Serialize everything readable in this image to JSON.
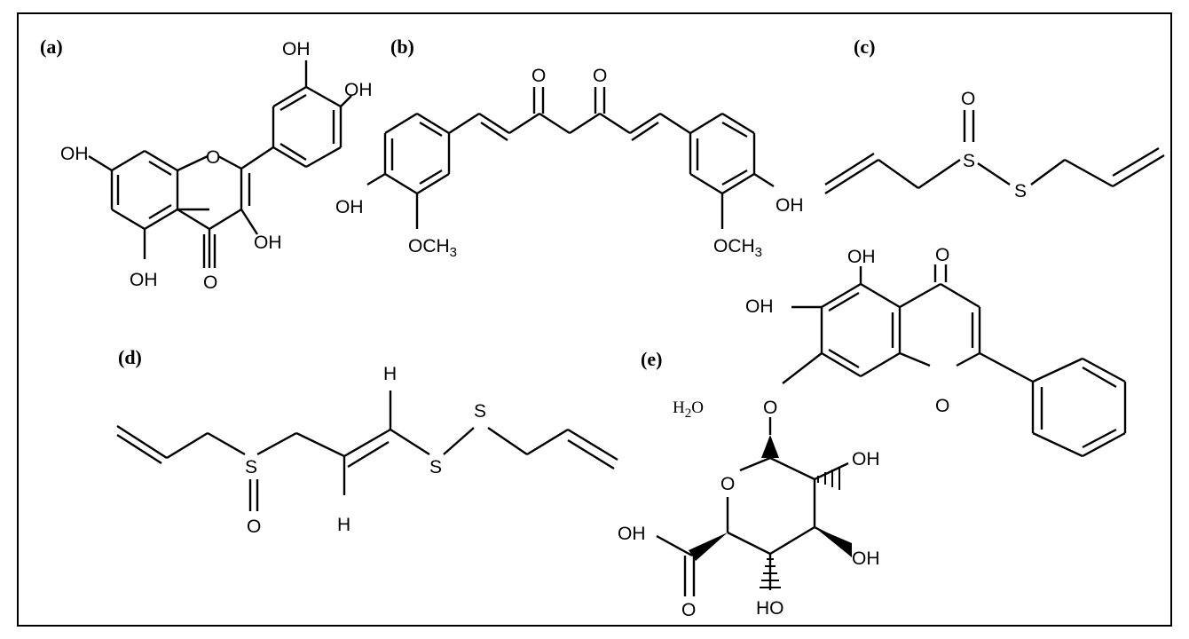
{
  "panels": {
    "a": {
      "label": "(a)",
      "atoms": {
        "oh_3p": "OH",
        "oh_4p": "OH",
        "ring_o": "O",
        "oh_7": "OH",
        "oh_3": "OH",
        "oh_5": "OH",
        "carbonyl_o": "O"
      }
    },
    "b": {
      "label": "(b)",
      "atoms": {
        "carbonyl_o1": "O",
        "carbonyl_o2": "O",
        "oh_left": "OH",
        "oh_right": "OH",
        "ome_left": "OCH3",
        "ome_right": "OCH3"
      }
    },
    "c": {
      "label": "(c)",
      "atoms": {
        "sulfoxide_o": "O",
        "s1": "S",
        "s2": "S"
      }
    },
    "d": {
      "label": "(d)",
      "atoms": {
        "h_top": "H",
        "h_bottom": "H",
        "s_oxide": "S",
        "oxide_o": "O",
        "s1": "S",
        "s2": "S"
      }
    },
    "e": {
      "label": "(e)",
      "water": "H2O",
      "atoms": {
        "oh_5": "OH",
        "carbonyl_o": "O",
        "oh_6": "OH",
        "glyco_o": "O",
        "ring_o": "O",
        "sugar_ring_o": "O",
        "oh_2": "OH",
        "oh_3": "OH",
        "ho_4": "HO",
        "acid_oh": "OH",
        "acid_o": "O"
      }
    }
  }
}
